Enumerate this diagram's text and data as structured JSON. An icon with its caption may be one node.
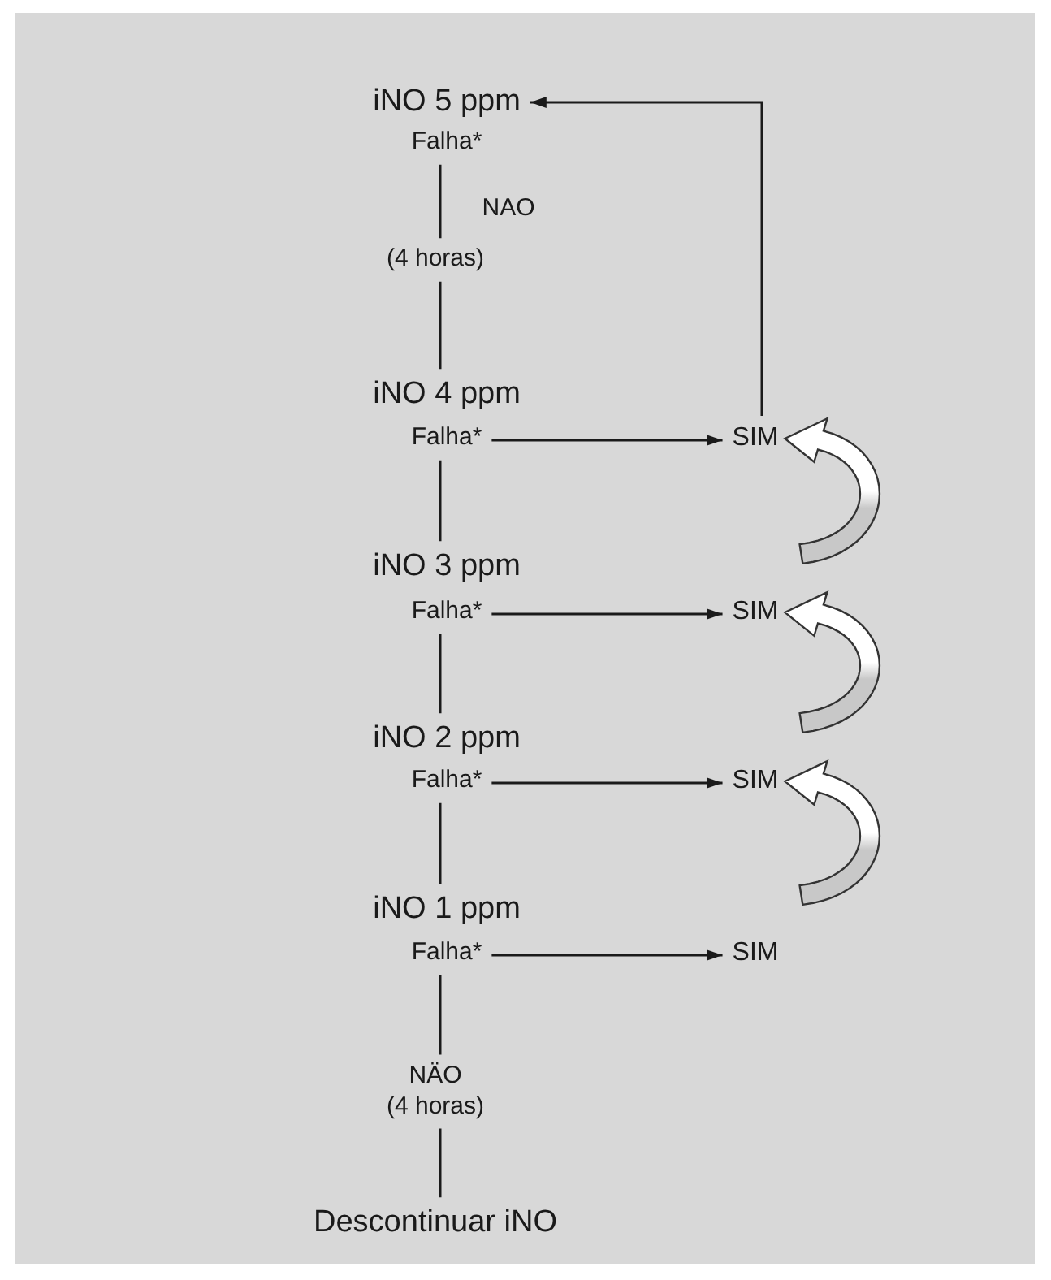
{
  "diagram": {
    "nodes": [
      {
        "text": [
          "iNO 5 ppm"
        ]
      },
      {
        "text": [
          "Falha*"
        ]
      },
      {
        "text": [
          "(4 horas)"
        ]
      },
      {
        "text": [
          "iNO 4 ppm"
        ]
      },
      {
        "text": [
          "Falha*"
        ]
      },
      {
        "text": [
          "SIM"
        ]
      },
      {
        "text": [
          "iNO 3 ppm"
        ]
      },
      {
        "text": [
          "Falha*"
        ]
      },
      {
        "text": [
          "SIM"
        ]
      },
      {
        "text": [
          "iNO 2 ppm"
        ]
      },
      {
        "text": [
          "Falha*"
        ]
      },
      {
        "text": [
          "SIM"
        ]
      },
      {
        "text": [
          "iNO 1 ppm"
        ]
      },
      {
        "text": [
          "Falha*"
        ]
      },
      {
        "text": [
          "SIM"
        ]
      },
      {
        "text": [
          "NÄO",
          "(4 horas)"
        ]
      },
      {
        "text": [
          "Descontinuar iNO"
        ]
      }
    ],
    "edges": [
      {
        "from": 1,
        "to": 2,
        "arrow": "none"
      },
      {
        "from": 2,
        "to": 3,
        "arrow": "none"
      },
      {
        "from": 4,
        "to": 6,
        "arrow": "none"
      },
      {
        "from": 7,
        "to": 9,
        "arrow": "none"
      },
      {
        "from": 10,
        "to": 12,
        "arrow": "none"
      },
      {
        "from": 13,
        "to": 15,
        "arrow": "none"
      },
      {
        "from": 15,
        "to": 16,
        "arrow": "none"
      },
      {
        "from": 4,
        "to": 5,
        "arrow": "to"
      },
      {
        "from": 7,
        "to": 8,
        "arrow": "to"
      },
      {
        "from": 10,
        "to": 11,
        "arrow": "to"
      },
      {
        "from": 13,
        "to": 14,
        "arrow": "to"
      },
      {
        "from": 5,
        "to": 0,
        "arrow": "to"
      },
      {
        "from": 8,
        "to": 5,
        "arrow": "to",
        "style": "thick"
      },
      {
        "from": 11,
        "to": 8,
        "arrow": "to",
        "style": "thick"
      },
      {
        "from": 14,
        "to": 11,
        "arrow": "to",
        "style": "thick"
      }
    ],
    "labels": [
      "NAO"
    ]
  }
}
